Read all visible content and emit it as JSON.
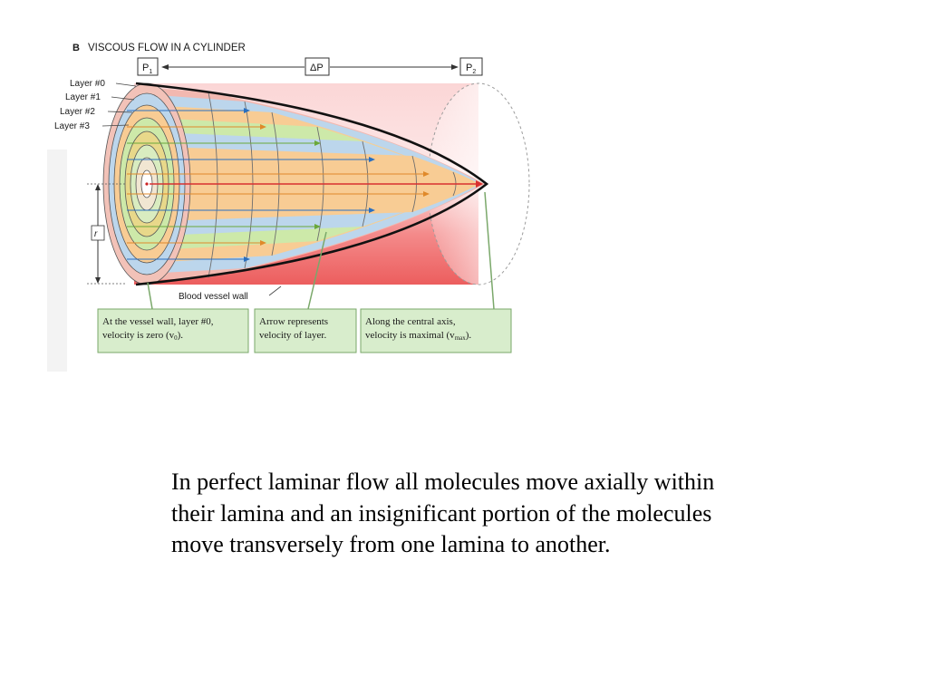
{
  "diagram": {
    "panel_letter": "B",
    "title": "VISCOUS FLOW IN A CYLINDER",
    "p1": "P",
    "p1_sub": "1",
    "delta_p": "ΔP",
    "p2": "P",
    "p2_sub": "2",
    "layers": [
      "Layer #0",
      "Layer #1",
      "Layer #2",
      "Layer #3"
    ],
    "radius_label": "r",
    "wall_label": "Blood vessel wall",
    "callouts": {
      "wall": {
        "line1": "At the vessel wall, layer #0,",
        "line2_pre": "velocity is zero (v",
        "line2_sub": "0",
        "line2_post": ")."
      },
      "arrow": {
        "line1": "Arrow represents",
        "line2": "velocity of layer."
      },
      "axis": {
        "line1": "Along the central axis,",
        "line2_pre": "velocity is maximal (v",
        "line2_sub": "max",
        "line2_post": ")."
      }
    },
    "colors": {
      "vessel": "#f06a6a",
      "callout_fill": "#d8edcc",
      "callout_stroke": "#7aa86a"
    }
  },
  "caption": "In perfect laminar flow all molecules move axially within their lamina and an insignificant portion of the molecules move transversely from one lamina to another."
}
